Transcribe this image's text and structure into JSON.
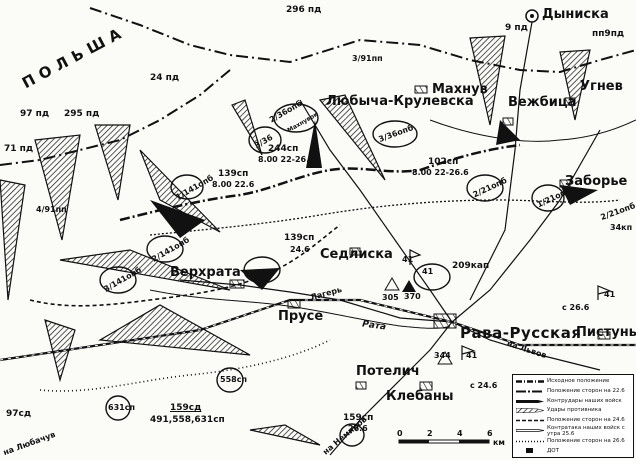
{
  "map": {
    "country": "ПОЛЬША",
    "towns": {
      "dyniska": "Дыниска",
      "mahnuv": "Махнув",
      "lyubycha": "Любыча-Крулевска",
      "vezhbica": "Вежбица",
      "ugnev": "Угнев",
      "zaborye": "Заборье",
      "sedliska": "Седлиска",
      "verkhrata": "Верхрата",
      "prusie": "Прусе",
      "rava": "Рава-Русская",
      "pistuny": "Пистуны",
      "potelich": "Потелич",
      "klebany": "Клебаны",
      "lager": "Лагерь",
      "rata": "Рата",
      "to_lvov": "на Львов",
      "to_nemirov": "на Немиров",
      "to_lyubachuv": "на Любачув"
    },
    "units": {
      "pd296": "296 пд",
      "pd97": "97 пд",
      "pd295": "295 пд",
      "pd24": "24 пд",
      "pd9": "9 пд",
      "ppd9": "пп9пд",
      "pd71": "71 пд",
      "inf391": "3/91пп",
      "inf491": "4/91пп",
      "sp244": "244сп",
      "sp244_time": "8.00 22-26.6",
      "sp102": "102сп",
      "sp102_time": "8.00 22-26.6",
      "sp139a": "139сп",
      "sp139a_time": "8.00 22.6",
      "sp139b": "139сп",
      "sp139b_time": "24.6",
      "kap209": "209кап",
      "sp159": "159сп",
      "sp159_time": "26.6",
      "sd159_title": "159сд",
      "sd159_sub": "491,558,631сп",
      "sp558": "558сп",
      "sp631": "631сп",
      "sd97": "97сд",
      "c266": "с 26.6",
      "c246": "с 24.6",
      "n41a": "41",
      "n41b": "41",
      "n41c": "41",
      "n41d": "41",
      "h305": "305",
      "h370": "370",
      "h344": "344",
      "bn236": "2/36опб",
      "bn336": "3/36",
      "bn336_loc": "Махнувок",
      "bn3_36": "3/36опб",
      "bn2_21": "2/21опб",
      "bn1_21": "1/21опб",
      "bn2_21b": "2/21опб",
      "bn34": "34кп",
      "bn1_141": "1/141опб",
      "bn2_141": "2/141опб",
      "bn3_141": "3/141опб"
    },
    "legend": [
      "Исходное положение",
      "Положение сторон на 22.6",
      "Контрудары наших войск",
      "Удары противника",
      "Положение сторон на 24.6",
      "Контратака наших войск с утра 25.6",
      "Положение сторон на 26.6",
      "ДОТ"
    ],
    "scale": {
      "ticks": [
        "0",
        "2",
        "4",
        "6"
      ],
      "unit": "км"
    }
  }
}
